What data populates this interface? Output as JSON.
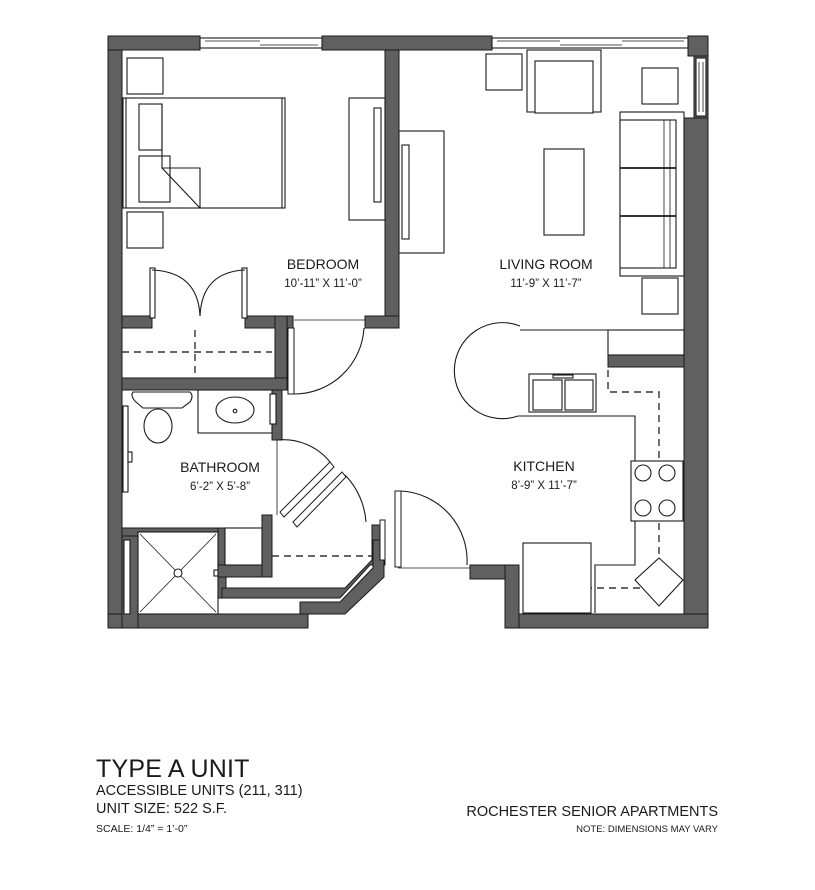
{
  "plan": {
    "rooms": [
      {
        "id": "bedroom",
        "label": "BEDROOM",
        "dimensions": "10’-11” X 11’-0”"
      },
      {
        "id": "living-room",
        "label": "LIVING ROOM",
        "dimensions": "11’-9” X 11’-7”"
      },
      {
        "id": "bathroom",
        "label": "BATHROOM",
        "dimensions": "6’-2” X 5’-8”"
      },
      {
        "id": "kitchen",
        "label": "KITCHEN",
        "dimensions": "8’-9” X 11’-7”"
      }
    ],
    "colors": {
      "wall": "#606060",
      "outline": "#1a1a1a",
      "background": "#ffffff"
    }
  },
  "title_block": {
    "title": "TYPE A UNIT",
    "accessible_units": "ACCESSIBLE UNITS (211, 311)",
    "unit_size": "UNIT SIZE: 522 S.F.",
    "scale": "SCALE: 1/4” = 1’-0”"
  },
  "project_block": {
    "project_name": "ROCHESTER SENIOR APARTMENTS",
    "note": "NOTE:  DIMENSIONS MAY VARY"
  }
}
